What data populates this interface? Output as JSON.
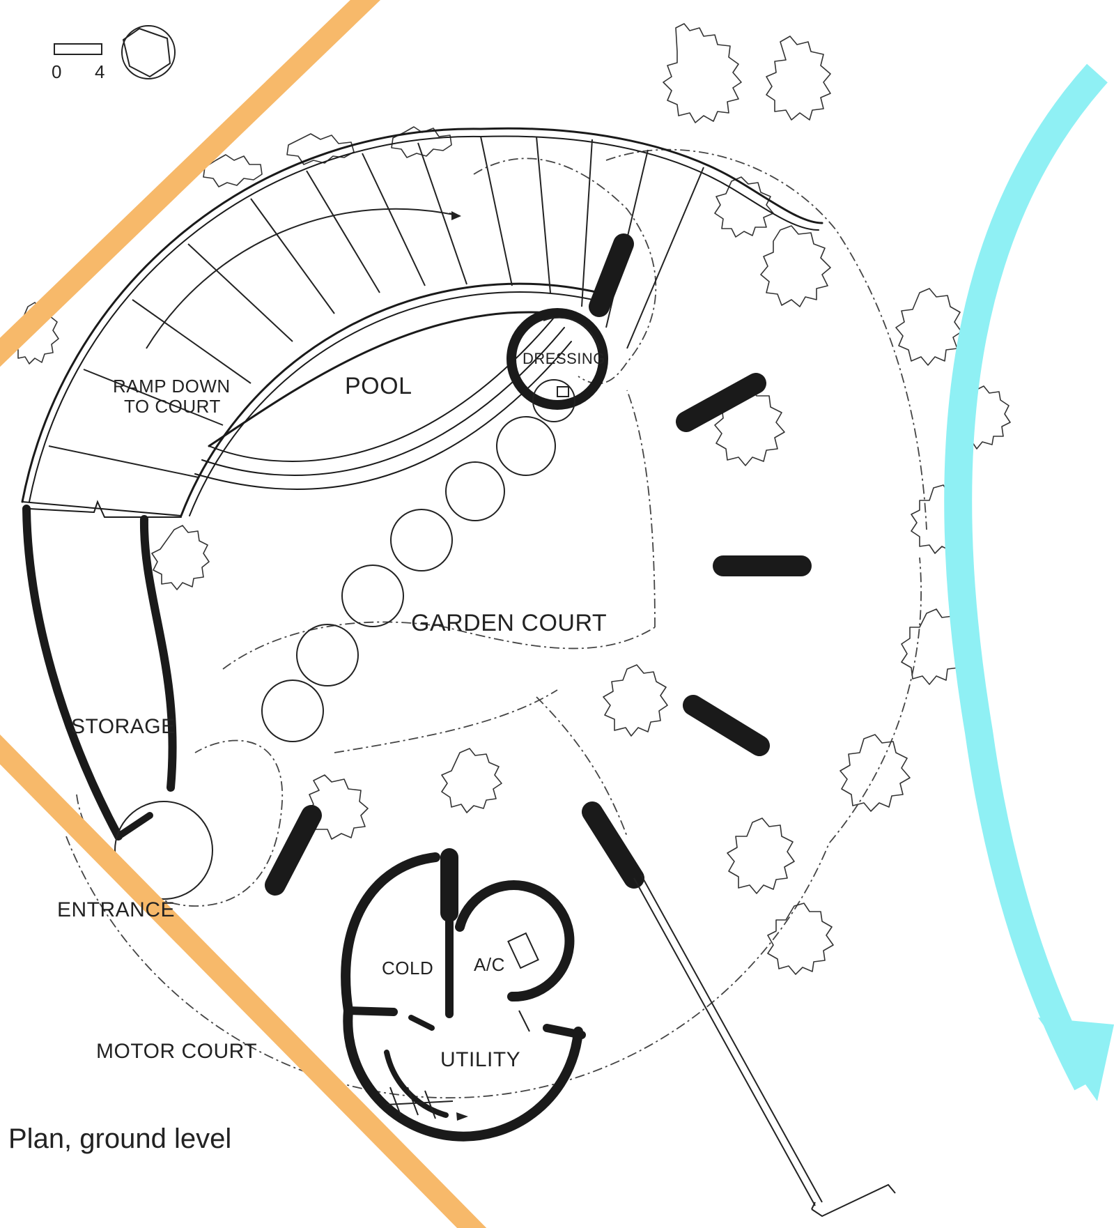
{
  "scale": {
    "start": "0",
    "end": "4"
  },
  "labels": {
    "ramp_line1": "RAMP DOWN",
    "ramp_line2": "TO COURT",
    "pool": "POOL",
    "dressing": "DRESSING",
    "garden_court": "GARDEN COURT",
    "storage": "STORAGE",
    "entrance": "ENTRANCE",
    "cold": "COLD",
    "ac": "A/C",
    "utility": "UTILITY",
    "motor_court": "MOTOR COURT"
  },
  "caption": "Plan, ground level",
  "colors": {
    "ink": "#1a1a1a",
    "background": "#ffffff",
    "orange_overlay": "#f7b96a",
    "cyan_overlay": "#8ff0f4"
  }
}
